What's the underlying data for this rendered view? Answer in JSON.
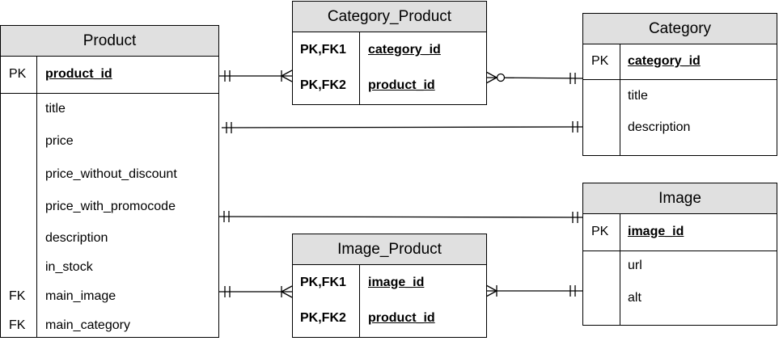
{
  "entities": {
    "product": {
      "title": "Product",
      "pk_key": "PK",
      "pk_field": "product_id",
      "fields": [
        "title",
        "price",
        "price_without_discount",
        "price_with_promocode",
        "description",
        "in_stock",
        "main_image",
        "main_category"
      ],
      "fk_marks": [
        "FK",
        "FK"
      ]
    },
    "category_product": {
      "title": "Category_Product",
      "keys": [
        "PK,FK1",
        "PK,FK2"
      ],
      "fields": [
        "category_id",
        "product_id"
      ]
    },
    "category": {
      "title": "Category",
      "pk_key": "PK",
      "pk_field": "category_id",
      "fields": [
        "title",
        "description"
      ]
    },
    "image": {
      "title": "Image",
      "pk_key": "PK",
      "pk_field": "image_id",
      "fields": [
        "url",
        "alt"
      ]
    },
    "image_product": {
      "title": "Image_Product",
      "keys": [
        "PK,FK1",
        "PK,FK2"
      ],
      "fields": [
        "image_id",
        "product_id"
      ]
    }
  },
  "relationships": [
    {
      "from": "Product",
      "to": "Category_Product",
      "from_end": "one-and-only-one",
      "to_end": "one-or-many"
    },
    {
      "from": "Category_Product",
      "to": "Category",
      "from_end": "zero-or-many",
      "to_end": "one-and-only-one"
    },
    {
      "from": "Product",
      "to": "Category",
      "from_end": "one-and-only-one",
      "to_end": "one-and-only-one"
    },
    {
      "from": "Product",
      "to": "Image",
      "from_end": "one-and-only-one",
      "to_end": "one-and-only-one"
    },
    {
      "from": "Product",
      "to": "Image_Product",
      "from_end": "one-and-only-one",
      "to_end": "one-or-many"
    },
    {
      "from": "Image_Product",
      "to": "Image",
      "from_end": "one-or-many",
      "to_end": "one-and-only-one"
    }
  ],
  "colors": {
    "header_fill": "#e0e0e0",
    "border": "#000000",
    "background": "#ffffff"
  }
}
